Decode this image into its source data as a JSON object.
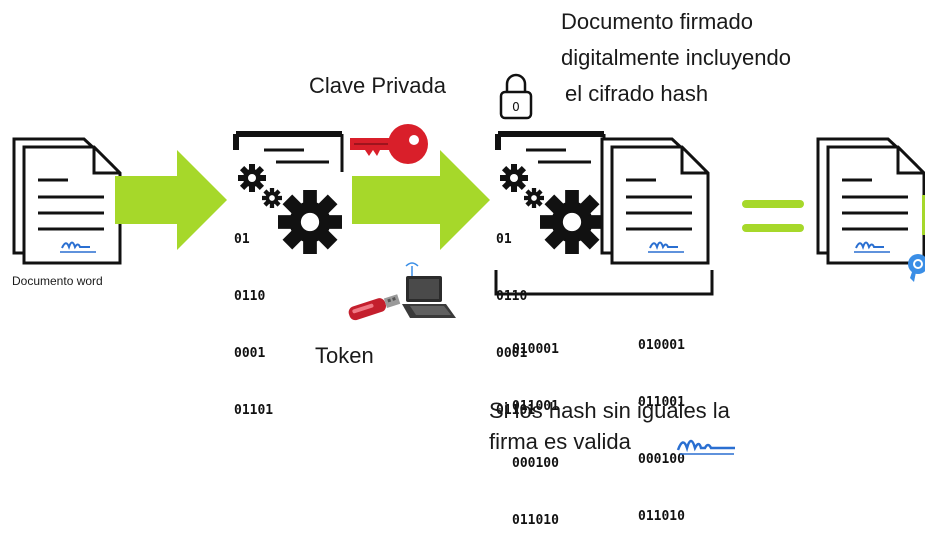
{
  "labels": {
    "doc_word": "Documento word",
    "clave_privada": "Clave Privada",
    "token": "Token",
    "doc_firmado_line1": "Documento firmado",
    "doc_firmado_line2": "digitalmente incluyendo",
    "doc_firmado_line3": "el cifrado hash",
    "valida_line1": "Si los hash sin iguales la",
    "valida_line2": "firma es valida"
  },
  "icons": {
    "lock_digit": "0"
  },
  "processor_bits": [
    "01",
    "0110",
    "0001",
    "01101"
  ],
  "processor2_bits": [
    "01",
    "0110",
    "0001",
    "01101"
  ],
  "hash_left": [
    "010001",
    "011001",
    "000100",
    "011010"
  ],
  "hash_right": [
    "010001",
    "011001",
    "000100",
    "011010"
  ],
  "colors": {
    "arrow": "#a6d82a",
    "key": "#d91f2a",
    "badge": "#3a8ee6"
  }
}
